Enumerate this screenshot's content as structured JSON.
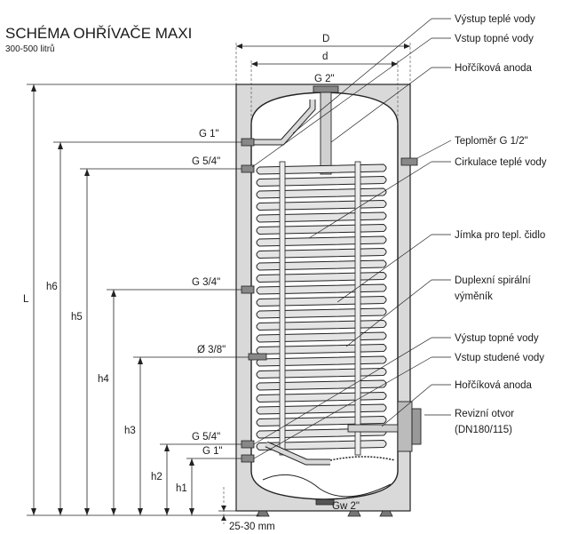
{
  "title": "SCHÉMA OHŘÍVAČE MAXI",
  "subtitle": "300-500 litrů",
  "dimensions": {
    "D": "D",
    "d": "d",
    "L": "L",
    "h6": "h6",
    "h5": "h5",
    "h4": "h4",
    "h3": "h3",
    "h2": "h2",
    "h1": "h1",
    "feet": "25-30 mm"
  },
  "connections": {
    "top": "G 2\"",
    "g1_top": "G 1\"",
    "g54_top": "G 5/4\"",
    "g34": "G 3/4\"",
    "o38": "Ø 3/8\"",
    "g54_bottom": "G 5/4\"",
    "g1_bottom": "G 1\"",
    "bottom": "Gw 2\""
  },
  "labels": [
    "Výstup teplé vody",
    "Vstup topné vody",
    "Hořčíková anoda",
    "Teploměr G 1/2\"",
    "Cirkulace teplé vody",
    "Jímka pro tepl. čidlo",
    "Duplexní spirální",
    "výměník",
    "Výstup topné vody",
    "Vstup studené vody",
    "Hořčíková anoda",
    "Revizní otvor",
    "(DN180/115)"
  ],
  "colors": {
    "jacket": "#d9d9d9",
    "tank": "#ffffff",
    "line": "#1a1a1a"
  }
}
